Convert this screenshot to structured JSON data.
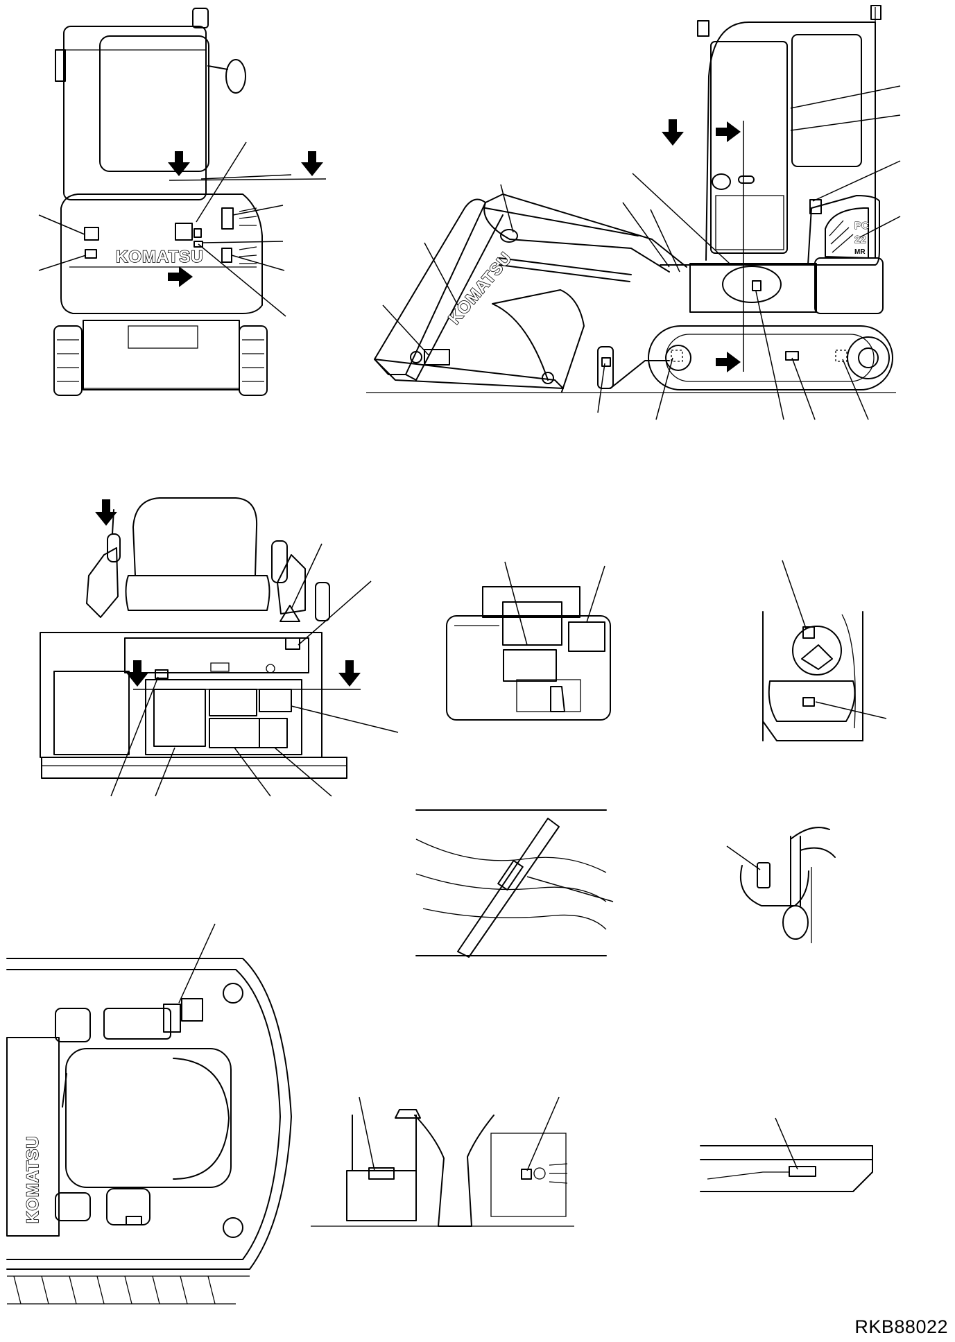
{
  "drawing": {
    "reference_code": "RKB88022",
    "brand_lettering": "KOMATSU",
    "model_lettering": [
      "PC",
      "22",
      "MR"
    ]
  }
}
